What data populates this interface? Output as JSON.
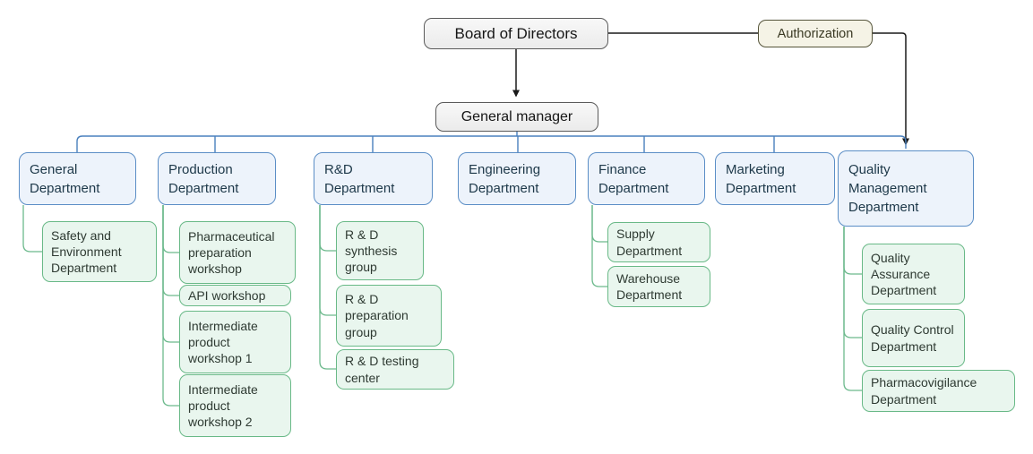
{
  "colors": {
    "department_fill": "#edf3fb",
    "department_border": "#5b8ec6",
    "department_text": "#1d3849",
    "sub_department_fill": "#e9f6ee",
    "sub_department_border": "#69b987",
    "sub_department_text": "#2e3a32",
    "executive_fill": "#f2f2f2",
    "executive_border": "#5a5a5a",
    "authorization_fill": "#f5f3e6",
    "authorization_border": "#56553b",
    "connector_black": "#1a1a1a",
    "connector_blue": "#4a80bd",
    "connector_green": "#6cb98c"
  },
  "nodes": {
    "board_of_directors": {
      "label": "Board of Directors"
    },
    "authorization": {
      "label": "Authorization"
    },
    "general_manager": {
      "label": "General manager"
    }
  },
  "departments": [
    {
      "label": "General Department",
      "children": [
        {
          "label": "Safety and Environment Department"
        }
      ]
    },
    {
      "label": "Production Department",
      "children": [
        {
          "label": "Pharmaceutical preparation workshop"
        },
        {
          "label": "API workshop"
        },
        {
          "label": "Intermediate product workshop 1"
        },
        {
          "label": "Intermediate product workshop 2"
        }
      ]
    },
    {
      "label": "R&D Department",
      "children": [
        {
          "label": "R & D synthesis group"
        },
        {
          "label": "R & D preparation group"
        },
        {
          "label": "R & D testing center"
        }
      ]
    },
    {
      "label": "Engineering Department",
      "children": []
    },
    {
      "label": "Finance Department",
      "children": [
        {
          "label": "Supply Department"
        },
        {
          "label": "Warehouse Department"
        }
      ]
    },
    {
      "label": "Marketing Department",
      "children": []
    },
    {
      "label": "Quality Management Department",
      "children": [
        {
          "label": "Quality Assurance Department"
        },
        {
          "label": "Quality Control Department"
        },
        {
          "label": "Pharmacovigilance Department"
        }
      ]
    }
  ]
}
